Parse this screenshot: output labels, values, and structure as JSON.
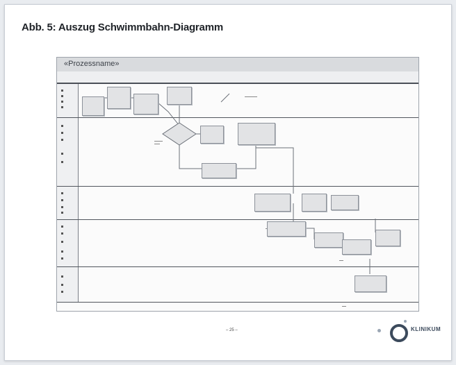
{
  "document": {
    "heading": "Abb. 5: Auszug Schwimmbahn-Diagramm",
    "page_number": "– 25 –"
  },
  "figure": {
    "header_label": "«Prozessname»"
  },
  "logo": {
    "line1": "KLINIKUM",
    "line2": "",
    "brand_color": "#3c4a5c",
    "accent_color": "#9aa6b4"
  },
  "colors": {
    "page_bg": "#ffffff",
    "canvas_bg": "#e9ecf0",
    "box_fill": "#e2e3e5"
  }
}
